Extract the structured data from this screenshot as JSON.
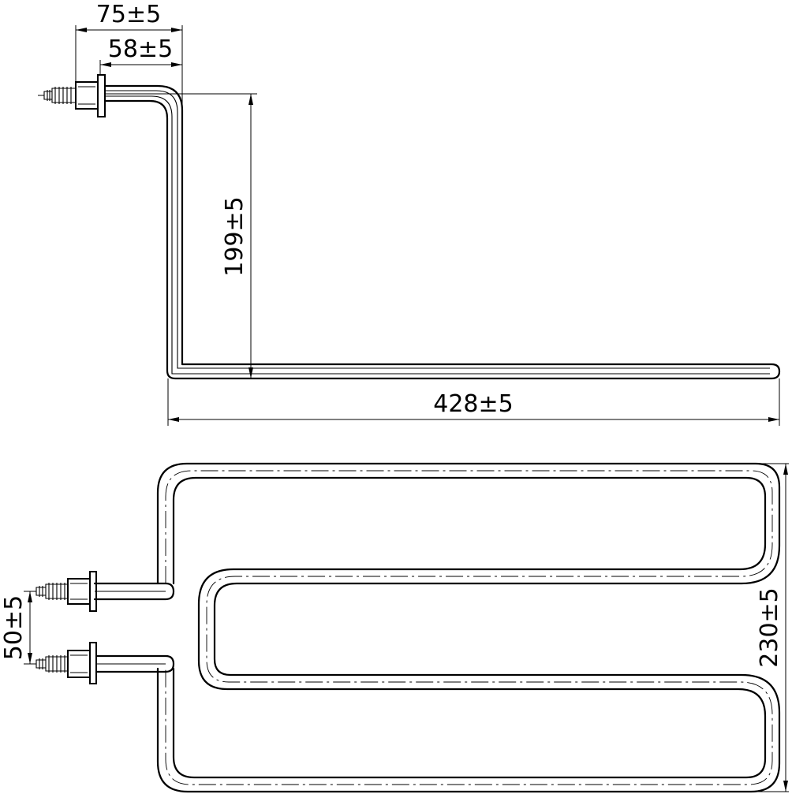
{
  "dimensions": {
    "overall_length": "428±5",
    "vertical_height": "199±5",
    "terminal_to_bend": "75±5",
    "flange_to_bend": "58±5",
    "terminal_spacing": "50±5",
    "overall_width": "230±5"
  }
}
